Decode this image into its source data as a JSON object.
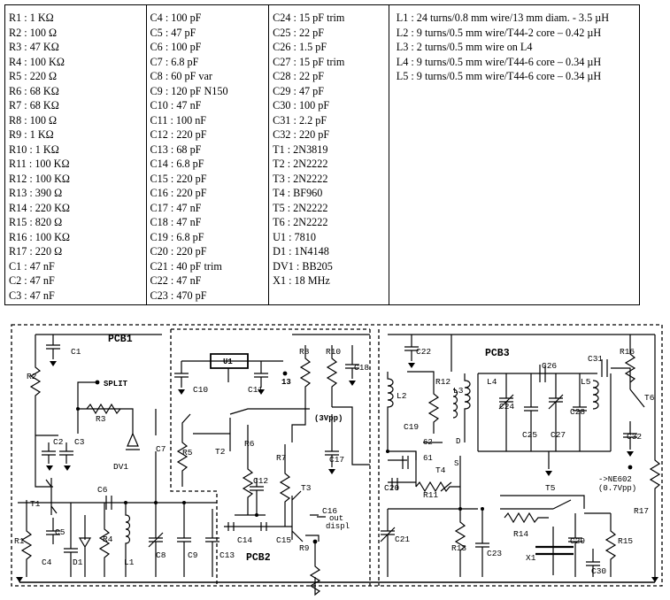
{
  "parts_table": {
    "col1": [
      "R1 : 1 KΩ",
      "R2 : 100 Ω",
      "R3 : 47 KΩ",
      "R4 : 100 KΩ",
      "R5 : 220 Ω",
      "R6 : 68 KΩ",
      "R7 : 68 KΩ",
      "R8 : 100 Ω",
      "R9 : 1 KΩ",
      "R10 : 1 KΩ",
      "R11 : 100 KΩ",
      "R12 : 100 KΩ",
      "R13 : 390 Ω",
      "R14 : 220 KΩ",
      "R15 : 820 Ω",
      "R16 : 100 KΩ",
      "R17 : 220 Ω",
      "C1 : 47 nF",
      "C2 : 47 nF",
      "C3 : 47 nF"
    ],
    "col2": [
      "C4 : 100 pF",
      "C5 : 47 pF",
      "C6 : 100 pF",
      "C7 : 6.8 pF",
      "C8 : 60 pF var",
      "C9 : 120 pF N150",
      "C10 : 47 nF",
      "C11 : 100 nF",
      "C12 : 220 pF",
      "C13 : 68 pF",
      "C14 : 6.8 pF",
      "C15 : 220 pF",
      "C16 : 220 pF",
      "C17 : 47 nF",
      "C18 : 47 nF",
      "C19 : 6.8 pF",
      "C20 : 220 pF",
      "C21 : 40 pF trim",
      "C22 : 47 nF",
      "C23 : 470 pF"
    ],
    "col3": [
      "C24 : 15 pF trim",
      "C25 : 22 pF",
      "C26 : 1.5 pF",
      "C27 : 15 pF trim",
      "C28 : 22 pF",
      "C29 : 47 pF",
      "C30 : 100 pF",
      "C31 : 2.2 pF",
      "C32 : 220 pF",
      "T1 : 2N3819",
      "T2 : 2N2222",
      "T3 : 2N2222",
      "T4 : BF960",
      "T5 : 2N2222",
      "T6 : 2N2222",
      "U1 : 7810",
      "D1 : 1N4148",
      "DV1 : BB205",
      "X1 : 18 MHz"
    ],
    "col4": [
      "L1 : 24 turns/0.8 mm wire/13 mm diam. - 3.5 µH",
      "L2 : 9 turns/0.5 mm wire/T44-2 core – 0.42 µH",
      "L3 : 2 turns/0.5 mm wire on L4",
      "L4 : 9 turns/0.5 mm wire/T44-6 core – 0.34 µH",
      "L5 : 9 turns/0.5 mm wire/T44-6 core – 0.34 µH"
    ]
  },
  "schematic": {
    "board_labels": [
      "PCB1",
      "PCB2",
      "PCB3"
    ],
    "labels": {
      "split": "SPLIT",
      "u1": "U1",
      "pin13": "13",
      "vpp3": "(3Vpp)",
      "out_displ_1": "out",
      "out_displ_2": "displ",
      "ne602_1": "->NE602",
      "ne602_2": "(0.7Vpp)",
      "pin62": "62",
      "pin61": "61",
      "pin_d": "D",
      "pin_s": "S"
    },
    "component_labels": {
      "C1": "C1",
      "R2": "R2",
      "C2": "C2",
      "C3": "C3",
      "R3": "R3",
      "DV1": "DV1",
      "C7": "C7",
      "C6": "C6",
      "T1": "T1",
      "R1": "R1",
      "C4": "C4",
      "C5": "C5",
      "D1": "D1",
      "R4": "R4",
      "L1": "L1",
      "C8": "C8",
      "C9": "C9",
      "C13": "C13",
      "C10": "C10",
      "C11": "C11",
      "R5": "R5",
      "T2": "T2",
      "R6": "R6",
      "C12": "C12",
      "C14": "C14",
      "C15": "C15",
      "R7": "R7",
      "T3": "T3",
      "R8": "R8",
      "R10": "R10",
      "C18": "C18",
      "C17": "C17",
      "C16": "C16",
      "R9": "R9",
      "C22": "C22",
      "L2": "L2",
      "R12": "R12",
      "L3": "L3",
      "L4": "L4",
      "C26": "C26",
      "C31": "C31",
      "R16": "R16",
      "T6": "T6",
      "L5": "L5",
      "C24": "C24",
      "C25": "C25",
      "C27": "C27",
      "C28": "C28",
      "C32": "C32",
      "C19": "C19",
      "C20": "C20",
      "T4": "T4",
      "R11": "R11",
      "T5": "T5",
      "R14": "R14",
      "C29": "C29",
      "R15": "R15",
      "R17": "R17",
      "C21": "C21",
      "R13": "R13",
      "C23": "C23",
      "X1": "X1",
      "C30": "C30"
    }
  }
}
